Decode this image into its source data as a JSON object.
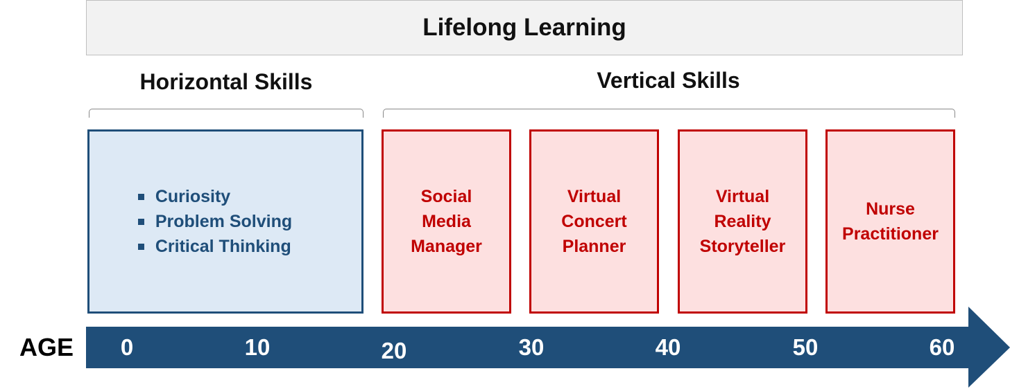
{
  "title": "Lifelong Learning",
  "horizontal": {
    "heading": "Horizontal Skills",
    "items": [
      "Curiosity",
      "Problem Solving",
      "Critical Thinking"
    ]
  },
  "vertical": {
    "heading": "Vertical Skills",
    "jobs": [
      [
        "Social",
        "Media",
        "Manager"
      ],
      [
        "Virtual",
        "Concert",
        "Planner"
      ],
      [
        "Virtual",
        "Reality",
        "Storyteller"
      ],
      [
        "Nurse",
        "Practitioner"
      ]
    ]
  },
  "axis": {
    "label": "AGE",
    "ticks": [
      "0",
      "10",
      "20",
      "30",
      "40",
      "50",
      "60"
    ]
  },
  "colors": {
    "blue": "#1f4e79",
    "red": "#c00000"
  }
}
